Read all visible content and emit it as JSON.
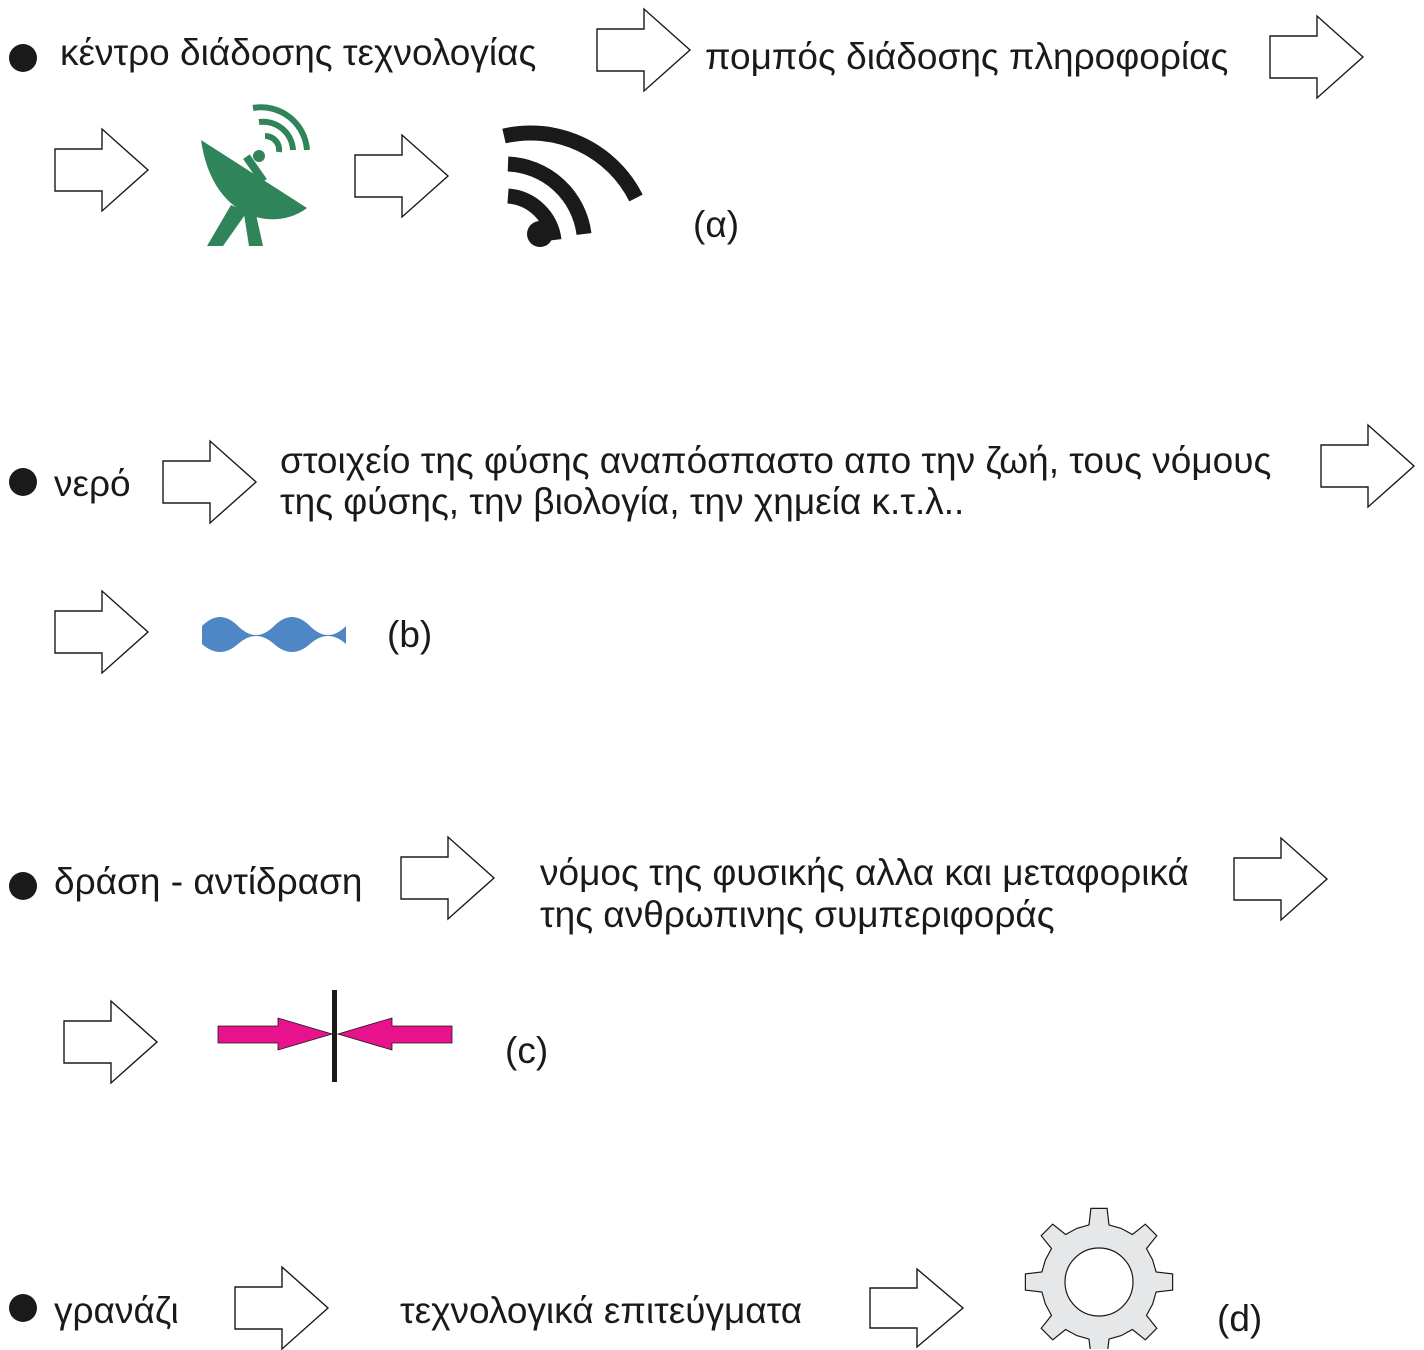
{
  "rows": {
    "a": {
      "term": "κέντρο διάδοσης τεχνολογίας",
      "meaning": "πομπός διάδοσης πληροφορίας",
      "label": "(α)",
      "icons": [
        "satellite-dish-icon",
        "wifi-signal-icon"
      ],
      "colors": {
        "dish": "#2f8559",
        "wifi": "#1a1a1a"
      }
    },
    "b": {
      "term": "νερό",
      "meaning_line1": "στοιχείο της φύσης  αναπόσπαστο απο την ζωή, τους νόμους",
      "meaning_line2": "της φύσης, την βιολογία, την χημεία κ.τ.λ..",
      "label": "(b)",
      "icons": [
        "water-wave-icon"
      ],
      "colors": {
        "wave": "#4f86c6"
      }
    },
    "c": {
      "term": "δράση - αντίδραση",
      "meaning_line1": "νόμος της φυσικής αλλα και μεταφορικά",
      "meaning_line2": "της ανθρωπινης συμπεριφοράς",
      "label": "(c)",
      "icons": [
        "opposing-arrows-icon"
      ],
      "colors": {
        "arrows": "#e8128c",
        "bar": "#1a1a1a"
      }
    },
    "d": {
      "term": "γρανάζι",
      "meaning": "τεχνολογικά επιτεύγματα",
      "label": "(d)",
      "icons": [
        "gear-icon"
      ],
      "colors": {
        "gear_fill": "#e6e7e8",
        "gear_stroke": "#1a1a1a"
      }
    }
  }
}
